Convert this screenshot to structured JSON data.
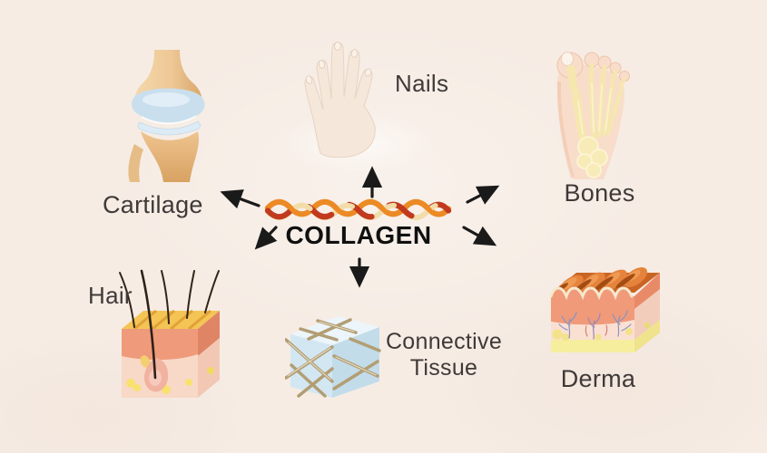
{
  "title": "COLLAGEN",
  "items": {
    "cartilage": {
      "label": "Cartilage"
    },
    "nails": {
      "label": "Nails"
    },
    "bones": {
      "label": "Bones"
    },
    "hair": {
      "label": "Hair"
    },
    "connective_tissue": {
      "label": "Connective Tissue"
    },
    "derma": {
      "label": "Derma"
    }
  },
  "colors": {
    "background": "#f6ece4",
    "label_text": "#3f3a38",
    "title_text": "#101010",
    "arrow": "#1a1a1a",
    "braid_red": "#c13a1e",
    "braid_orange": "#ec8a25",
    "braid_cream": "#f2dca9",
    "bone_tan": "#eec795",
    "cartilage_blue": "#c9dfee",
    "skin_pale": "#f5e8da",
    "foot_pink": "#f8ddcb",
    "bone_yellow": "#f7ecb6",
    "epidermis_salmon": "#f09a7a",
    "dermis_pink": "#fadfd2",
    "fat_yellow": "#f6ee9c",
    "tissue_blue": "#d3e7f3",
    "fiber_tan": "#b29e74"
  }
}
